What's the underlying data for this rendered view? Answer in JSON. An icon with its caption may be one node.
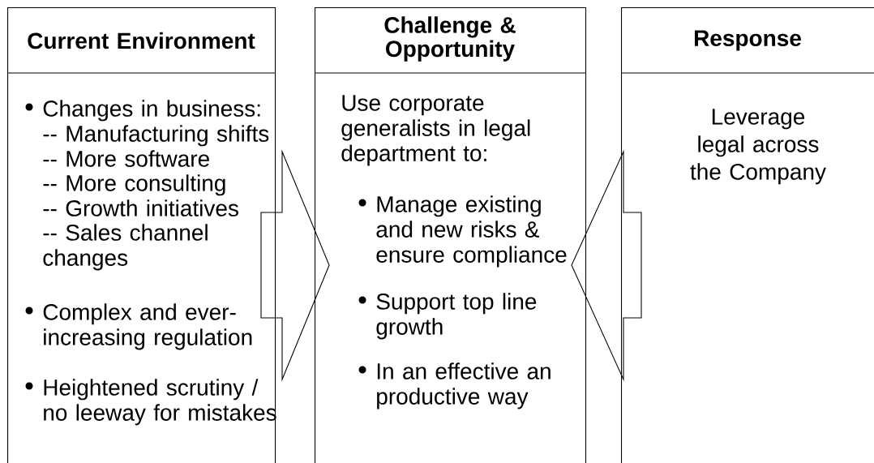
{
  "diagram": {
    "nodes": [
      {
        "text": [
          "Current Environment",
          "Changes in business:",
          "-- Manufacturing shifts",
          "-- More software",
          "-- More consulting",
          "-- Growth initiatives",
          "-- Sales channel changes",
          "Complex and ever-increasing regulation",
          "Heightened scrutiny / no leeway for mistakes"
        ]
      },
      {
        "text": [
          "Challenge & Opportunity",
          "Use corporate generalists in legal department to:",
          "Manage existing and new risks & ensure compliance",
          "Support top line growth",
          "In an effective an productive way"
        ]
      },
      {
        "text": [
          "Response",
          "Leverage legal across the Company"
        ]
      }
    ],
    "edges": [
      {
        "from": 0,
        "to": 1,
        "arrow": "to"
      },
      {
        "from": 2,
        "to": 1,
        "arrow": "to"
      }
    ]
  }
}
